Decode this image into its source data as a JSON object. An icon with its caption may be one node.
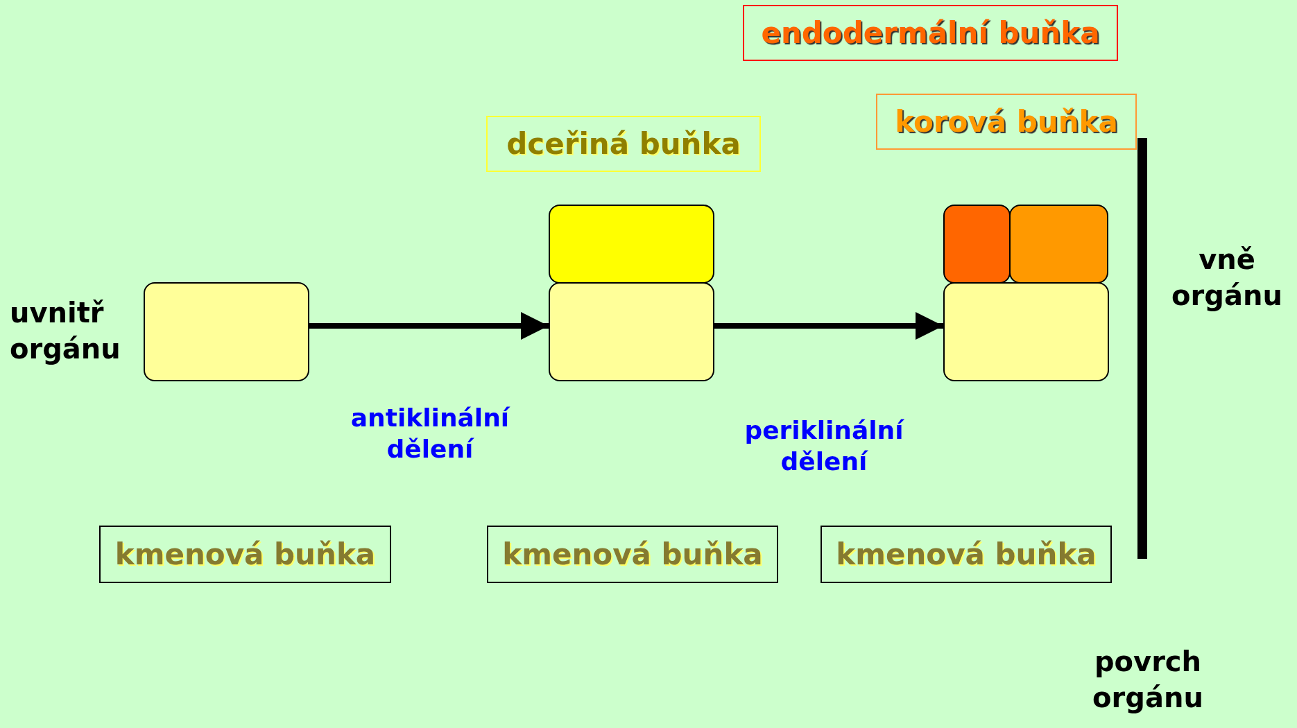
{
  "diagram": {
    "nodes": [
      {
        "text": [
          "endodermální buňka"
        ]
      },
      {
        "text": [
          "korová buňka"
        ]
      },
      {
        "text": [
          "dceřiná buňka"
        ]
      },
      {
        "text": [],
        "shape": "box"
      },
      {
        "text": [],
        "shape": "box"
      },
      {
        "text": [],
        "shape": "box"
      },
      {
        "text": [],
        "shape": "box"
      },
      {
        "text": [],
        "shape": "box"
      },
      {
        "text": [],
        "shape": "box"
      },
      {
        "text": [
          "kmenová buňka"
        ]
      },
      {
        "text": [
          "kmenová buňka"
        ]
      },
      {
        "text": [
          "kmenová buňka"
        ]
      }
    ],
    "edges": [
      {
        "from": 3,
        "to": 5,
        "arrow": "to",
        "label": "antiklinální dělení"
      },
      {
        "from": 5,
        "to": 8,
        "arrow": "to",
        "label": "periklinální dělení"
      }
    ],
    "labels": [
      "uvnitř orgánu",
      "vně orgánu",
      "povrch orgánu"
    ]
  }
}
